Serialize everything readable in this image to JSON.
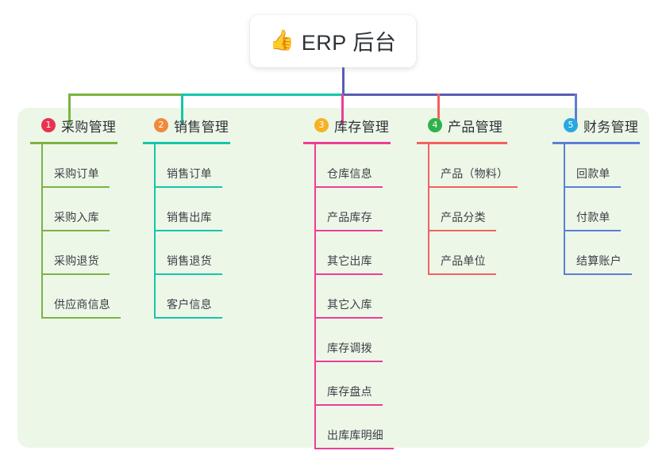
{
  "page": {
    "background_color": "#ffffff",
    "board_color": "#edf7e8",
    "text_color": "#2e3238",
    "trunk_color": "#5a5cb5"
  },
  "root": {
    "icon": "thumbs-up-emoji",
    "icon_glyph": "👍",
    "title": "ERP 后台"
  },
  "columns": [
    {
      "number": "1",
      "badge_color": "#e8334f",
      "line_color": "#7cb342",
      "title": "采购管理",
      "items": [
        "采购订单",
        "采购入库",
        "采购退货",
        "供应商信息"
      ]
    },
    {
      "number": "2",
      "badge_color": "#f08a3c",
      "line_color": "#16c5ab",
      "title": "销售管理",
      "items": [
        "销售订单",
        "销售出库",
        "销售退货",
        "客户信息"
      ]
    },
    {
      "number": "3",
      "badge_color": "#f5b225",
      "line_color": "#ed3d96",
      "title": "库存管理",
      "items": [
        "仓库信息",
        "产品库存",
        "其它出库",
        "其它入库",
        "库存调拨",
        "库存盘点",
        "出库库明细"
      ]
    },
    {
      "number": "4",
      "badge_color": "#2cb34a",
      "line_color": "#f4615d",
      "title": "产品管理",
      "items": [
        "产品（物料）",
        "产品分类",
        "产品单位"
      ]
    },
    {
      "number": "5",
      "badge_color": "#29a8e0",
      "line_color": "#5a7fd6",
      "title": "财务管理",
      "items": [
        "回款单",
        "付款单",
        "结算账户"
      ]
    }
  ],
  "connectors": {
    "trunk_color": "#5a5cb5",
    "segment_1_color": "#7cb342",
    "segment_2_color": "#16c5ab",
    "segment_3_color": "#5a5cb5",
    "drop_1_color": "#7cb342",
    "drop_2_color": "#16c5ab",
    "drop_3_color": "#ed3d96",
    "drop_4_color": "#f4615d",
    "drop_5_color": "#5a7fd6"
  }
}
